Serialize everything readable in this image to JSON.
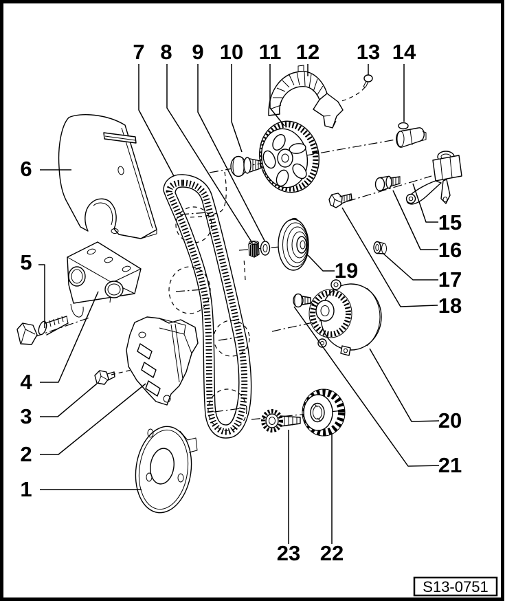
{
  "figure": {
    "code": "S13-0751"
  },
  "palette": {
    "line": "#000000",
    "background": "#ffffff"
  },
  "callouts": [
    {
      "label": "1"
    },
    {
      "label": "2"
    },
    {
      "label": "3"
    },
    {
      "label": "4"
    },
    {
      "label": "5"
    },
    {
      "label": "6"
    },
    {
      "label": "7"
    },
    {
      "label": "8"
    },
    {
      "label": "9"
    },
    {
      "label": "10"
    },
    {
      "label": "11"
    },
    {
      "label": "12"
    },
    {
      "label": "13"
    },
    {
      "label": "14"
    },
    {
      "label": "15"
    },
    {
      "label": "16"
    },
    {
      "label": "17"
    },
    {
      "label": "18"
    },
    {
      "label": "19"
    },
    {
      "label": "20"
    },
    {
      "label": "21"
    },
    {
      "label": "22"
    },
    {
      "label": "23"
    }
  ]
}
